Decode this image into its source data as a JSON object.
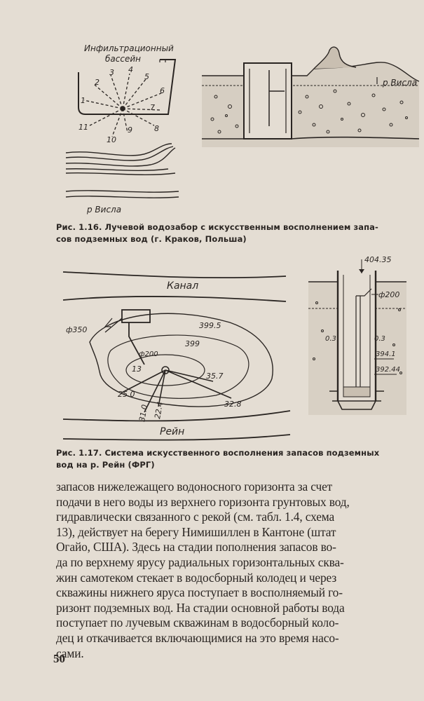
{
  "figure_1_16": {
    "labels": {
      "infiltration_basin_line1": "Инфильтрационный",
      "infiltration_basin_line2": "бассейн",
      "river_left": "р Висла",
      "river_right": "р Висла"
    },
    "radial_numbers": [
      "1",
      "2",
      "3",
      "4",
      "5",
      "6",
      "7",
      "8",
      "9",
      "10",
      "11"
    ]
  },
  "caption_1_16": {
    "line1": "Рис. 1.16. Лучевой водозабор с искусственным восполнением запа-",
    "line2": "сов подземных вод (г. Краков, Польша)"
  },
  "figure_1_17": {
    "labels": {
      "canal": "Канал",
      "river": "Рейн",
      "pipe_diameter": "ф350",
      "contour_outer": "399.5",
      "contour_inner": "399",
      "diameter_200": "ф200",
      "well_count": "13",
      "len_a": "35.7",
      "len_b": "32.8",
      "len_c": "22.4",
      "len_d": "31.0",
      "len_e": "25.0",
      "elev_top": "404.35",
      "well_diameter": "ф200",
      "width_left": "0.3",
      "width_right": "0.3",
      "elev_mid": "394.1",
      "elev_bottom": "392.44"
    }
  },
  "caption_1_17": {
    "line1": "Рис. 1.17. Система искусственного восполнения запасов подземных",
    "line2": "вод на р. Рейн (ФРГ)"
  },
  "body_text": [
    "запасов нижележащего водоносного горизонта за счет",
    "подачи в него воды из верхнего горизонта грунтовых вод,",
    "гидравлически связанного с рекой (см. табл. 1.4, схема",
    "13), действует на берегу Нимишиллен в Кантоне (штат",
    "Огайо, США). Здесь на стадии пополнения запасов во-",
    "да по верхнему ярусу радиальных горизонтальных сква-",
    "жин самотеком стекает в водосборный колодец и через",
    "скважины нижнего яруса поступает в восполняемый го-",
    "ризонт подземных вод. На стадии основной работы вода",
    "поступает по лучевым скважинам в водосборный коло-",
    "дец и откачивается включающимися на это время насо-",
    "сами."
  ],
  "page_number": "50"
}
